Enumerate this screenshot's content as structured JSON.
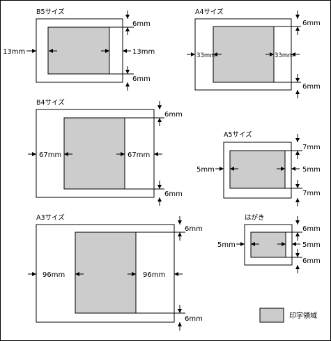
{
  "colors": {
    "print_area": "#cccccc",
    "paper": "#ffffff",
    "line": "#000000"
  },
  "diagrams": {
    "b5": {
      "title": "B5サイズ",
      "top": "6mm",
      "bottom": "6mm",
      "left": "13mm",
      "right": "13mm"
    },
    "a4": {
      "title": "A4サイズ",
      "top": "6mm",
      "bottom": "6mm",
      "left": "33mm",
      "right": "33mm"
    },
    "b4": {
      "title": "B4サイズ",
      "top": "6mm",
      "bottom": "6mm",
      "left": "67mm",
      "right": "67mm"
    },
    "a5": {
      "title": "A5サイズ",
      "top": "7mm",
      "bottom": "7mm",
      "left": "5mm",
      "right": "5mm"
    },
    "a3": {
      "title": "A3サイズ",
      "top": "6mm",
      "bottom": "6mm",
      "left": "96mm",
      "right": "96mm"
    },
    "hagaki": {
      "title": "はがき",
      "top": "6mm",
      "bottom": "6mm",
      "left": "5mm",
      "right": "5mm"
    }
  },
  "legend": {
    "label": "印字領域"
  }
}
